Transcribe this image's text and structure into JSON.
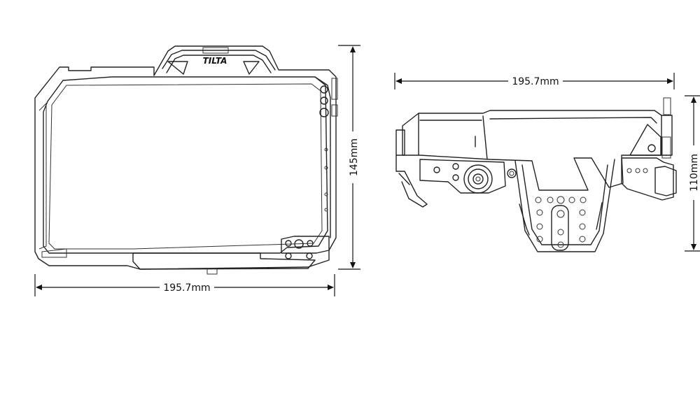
{
  "dimensions": {
    "front_width": "195.7mm",
    "front_height": "145mm",
    "top_width": "195.7mm",
    "top_height": "110mm"
  },
  "logo": "TILTA",
  "colors": {
    "line": "#222222",
    "background": "#ffffff"
  }
}
